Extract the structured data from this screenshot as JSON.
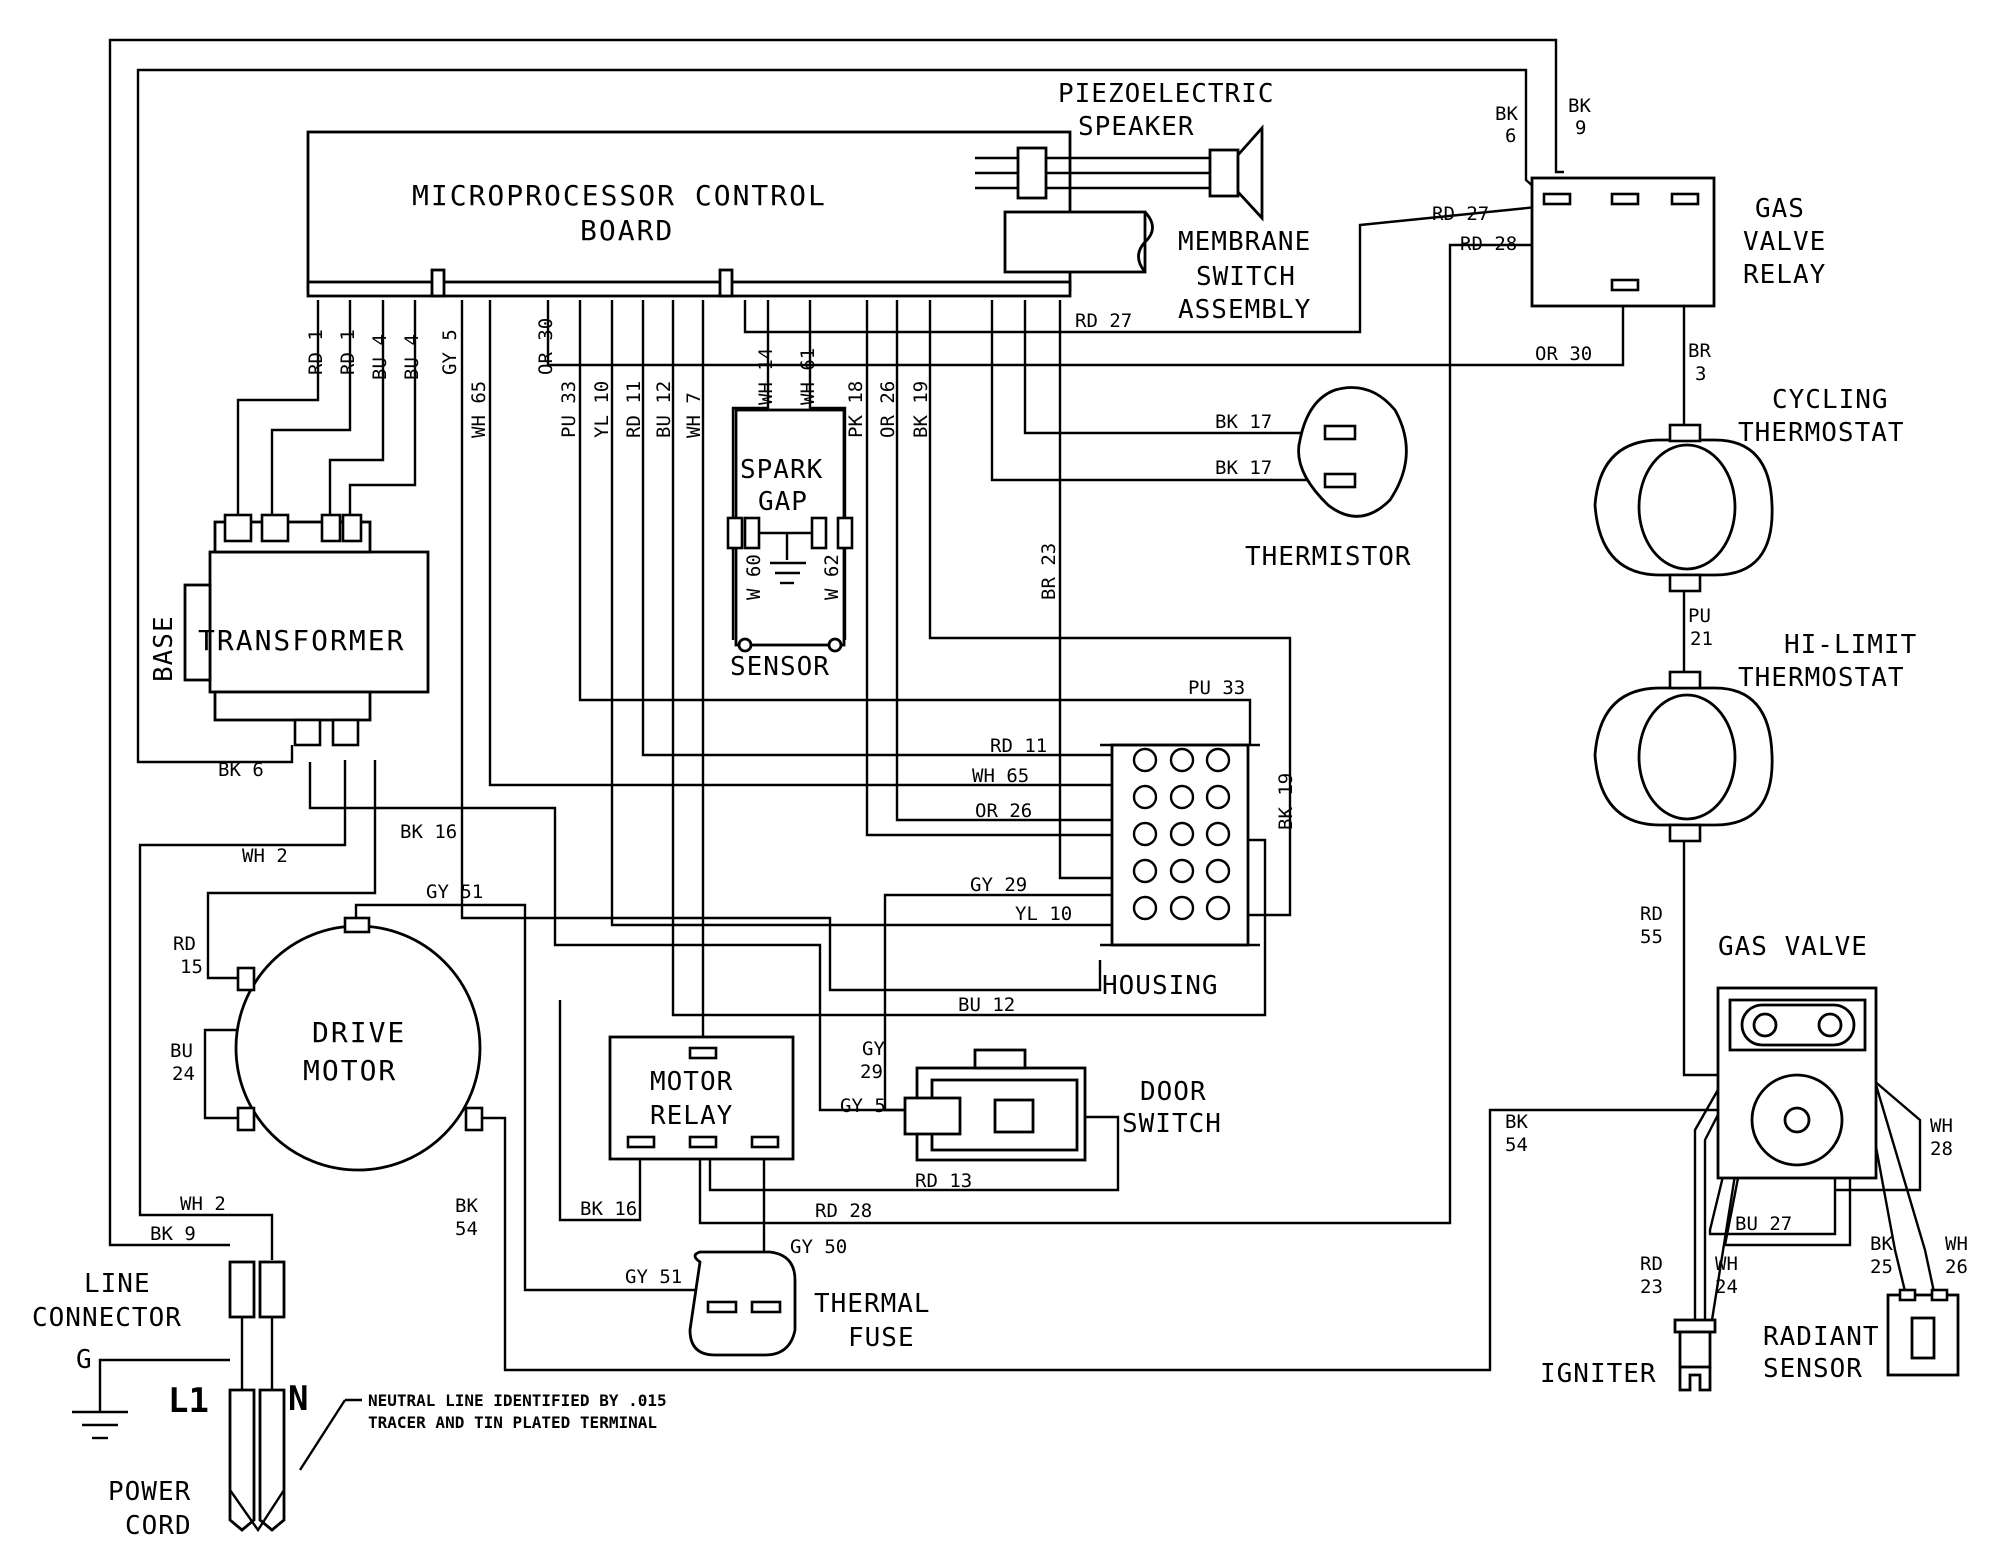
{
  "components": {
    "control_board": [
      "MICROPROCESSOR CONTROL",
      "BOARD"
    ],
    "speaker": [
      "PIEZOELECTRIC",
      "SPEAKER"
    ],
    "membrane": [
      "MEMBRANE",
      "SWITCH",
      "ASSEMBLY"
    ],
    "gas_valve_relay": [
      "GAS",
      "VALVE",
      "RELAY"
    ],
    "cycling_thermostat": [
      "CYCLING",
      "THERMOSTAT"
    ],
    "hi_limit_thermostat": [
      "HI-LIMIT",
      "THERMOSTAT"
    ],
    "thermistor": "THERMISTOR",
    "spark_gap": [
      "SPARK",
      "GAP"
    ],
    "sensor": "SENSOR",
    "transformer": "TRANSFORMER",
    "base": "BASE",
    "housing": "HOUSING",
    "drive_motor": [
      "DRIVE",
      "MOTOR"
    ],
    "motor_relay": [
      "MOTOR",
      "RELAY"
    ],
    "door_switch": [
      "DOOR",
      "SWITCH"
    ],
    "thermal_fuse": [
      "THERMAL",
      "FUSE"
    ],
    "line_connector": [
      "LINE",
      "CONNECTOR"
    ],
    "power_cord": [
      "POWER",
      "CORD"
    ],
    "gas_valve": "GAS VALVE",
    "igniter": "IGNITER",
    "radiant_sensor": [
      "RADIANT",
      "SENSOR"
    ]
  },
  "terminals": {
    "l1": "L1",
    "n": "N",
    "g": "G"
  },
  "note": [
    "NEUTRAL LINE IDENTIFIED BY .015",
    "TRACER AND TIN PLATED TERMINAL"
  ],
  "board_wires": [
    "RD 1",
    "RD 1",
    "BU 4",
    "BU 4",
    "GY 5",
    "WH 65",
    "OR 30",
    "PU 33",
    "YL 10",
    "RD 11",
    "BU 12",
    "WH 7",
    "WH 14",
    "WH 61",
    "PK 18",
    "OR 26",
    "BK 19",
    "BR 23"
  ],
  "wire_labels": {
    "rd27_top": "RD 27",
    "rd28_top": "RD 28",
    "rd27_mid": "RD 27",
    "or30": "OR 30",
    "bk6_top": [
      "BK",
      "6"
    ],
    "bk9_top": [
      "BK",
      "9"
    ],
    "br3": [
      "BR",
      "3"
    ],
    "pu21": [
      "PU",
      "21"
    ],
    "rd55": [
      "RD",
      "55"
    ],
    "bk17_a": "BK 17",
    "bk17_b": "BK 17",
    "w60": "W 60",
    "w62": "W 62",
    "pu33": "PU 33",
    "rd11": "RD 11",
    "wh65": "WH 65",
    "or26": "OR 26",
    "gy29": "GY 29",
    "yl10": "YL 10",
    "bk19": "BK 19",
    "bu12": "BU 12",
    "bk6": "BK 6",
    "bk16_top": "BK 16",
    "wh2_top": "WH 2",
    "gy51_top": "GY 51",
    "rd15": [
      "RD",
      "15"
    ],
    "bu24": [
      "BU",
      "24"
    ],
    "gy29_door": [
      "GY",
      "29"
    ],
    "gy5": "GY 5",
    "rd13": "RD 13",
    "bk16": "BK 16",
    "rd28_bottom": "RD 28",
    "bk54_mid": [
      "BK",
      "54"
    ],
    "gy50": "GY 50",
    "gy51": "GY 51",
    "wh2": "WH 2",
    "bk9": "BK 9",
    "bk54_right": [
      "BK",
      "54"
    ],
    "wh28": [
      "WH",
      "28"
    ],
    "bu27": "BU 27",
    "rd23": [
      "RD",
      "23"
    ],
    "wh24": [
      "WH",
      "24"
    ],
    "bk25": [
      "BK",
      "25"
    ],
    "wh26": [
      "WH",
      "26"
    ]
  }
}
